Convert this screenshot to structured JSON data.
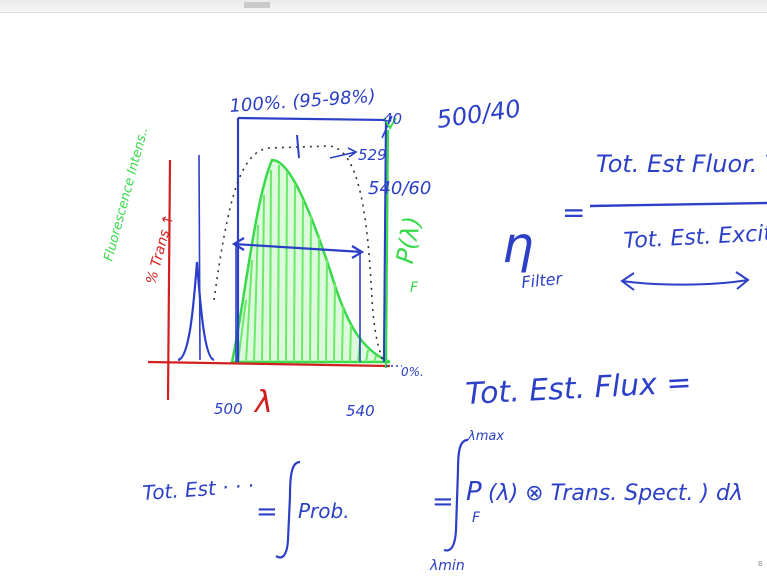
{
  "colors": {
    "ink_blue": "#2b3fc7",
    "ink_red": "#d21f1f",
    "ink_green": "#38d94a",
    "hatch_green": "#6ce86a",
    "ink_dark": "#333333"
  },
  "plot": {
    "top_label": "100%. (95-98%)",
    "marker_529": "529",
    "marker_40": "40",
    "marker_540_60": "540/60",
    "zero_label": "0%.",
    "x_500": "500",
    "x_540": "540",
    "lambda": "λ",
    "y_axis_label": "Fluorescence Intens..",
    "y_axis_label_2": "% Trans ↑",
    "pf_label": "P(λ)",
    "pf_sub": "F"
  },
  "header_note": "500/40",
  "efficiency": {
    "eta": "η",
    "sub": "Filter",
    "eq": "=",
    "numerator": "Tot. Est Fluor. Tran",
    "denominator": "Tot. Est. Excita"
  },
  "flux": {
    "title": "Tot. Est. Flux =",
    "eq": "=",
    "lam_max": "λmax",
    "lam_min": "λmin",
    "integrand_p": "P",
    "integrand_sub": "F",
    "integrand_rest": "(λ) ⊗ Trans. Spect. ) dλ"
  },
  "prob": {
    "lhs": "Tot. Est · · ·",
    "eq": "=",
    "rhs": "Prob."
  }
}
